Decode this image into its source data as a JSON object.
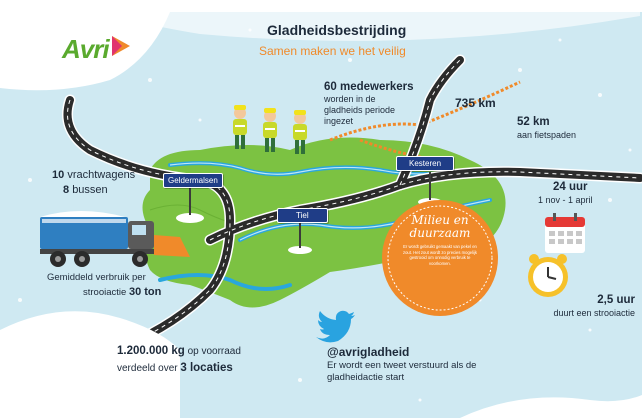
{
  "logo": {
    "text": "Avri"
  },
  "header": {
    "title": "Gladheidsbestrijding",
    "subtitle": "Samen maken we het veilig"
  },
  "stats": {
    "trucks_count": "10",
    "trucks_label": "vrachtwagens",
    "buses_count": "8",
    "buses_label": "bussen",
    "usage_line1": "Gemiddeld verbruik per",
    "usage_line2_prefix": "strooiactie",
    "usage_value": "30 ton",
    "stock_value": "1.200.000 kg",
    "stock_suffix": "op voorraad",
    "locations_prefix": "verdeeld over",
    "locations_value": "3 locaties",
    "workers_value": "60 medewerkers",
    "workers_line1": "worden in de",
    "workers_line2": "gladheids periode",
    "workers_line3": "ingezet",
    "roads_value": "735 km",
    "bikepaths_value": "52 km",
    "bikepaths_label": "aan fietspaden",
    "hours_value": "24 uur",
    "period": "1 nov - 1 april",
    "duration_value": "2,5 uur",
    "duration_label": "duurt een strooiactie"
  },
  "signs": {
    "geldermalsen": "Geldermalsen",
    "tiel": "Tiel",
    "kesteren": "Kesteren"
  },
  "eco_badge": {
    "title_line1": "Milieu en",
    "title_line2": "duurzaam",
    "body": "Er wordt gebruikt gemaakt van pekel en zout. Het zout wordt zo precies mogelijk gestrooid om onnodig verbruik te voorkomen."
  },
  "twitter": {
    "handle": "@avrigladheid",
    "line1": "Er wordt een tweet verstuurd als de",
    "line2": "gladheidactie start"
  },
  "colors": {
    "sky": "#cfe9f2",
    "land": "#7cc242",
    "river": "#2aa7dd",
    "road": "#2b2b2b",
    "orange": "#f08a2a",
    "navy": "#1f3d87",
    "green_text": "#5aaa2e"
  }
}
